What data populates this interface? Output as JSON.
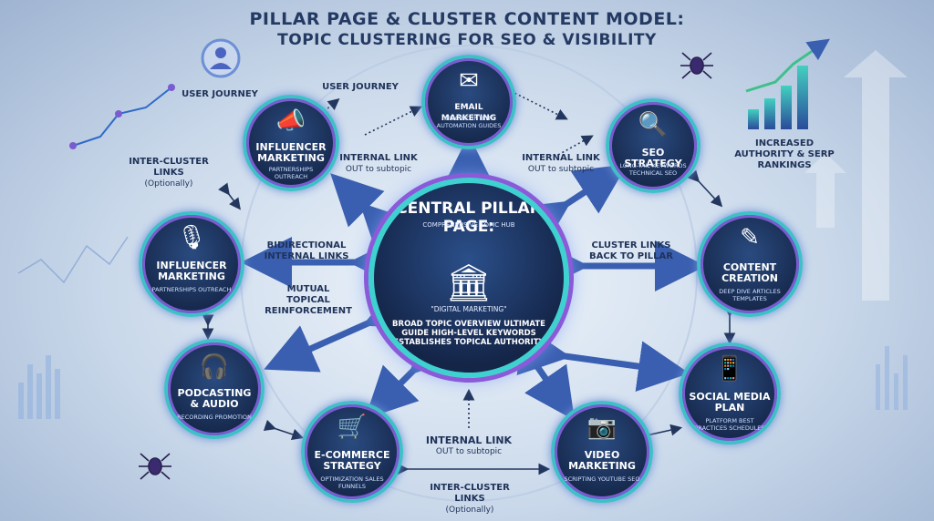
{
  "title": {
    "line1": "PILLAR PAGE & CLUSTER CONTENT MODEL:",
    "line2": "TOPIC CLUSTERING FOR SEO & VISIBILITY"
  },
  "pillar": {
    "title": "CENTRAL PILLAR PAGE:",
    "subtitle": "COMPREHENSIVE TOPIC HUB",
    "quote": "\"DIGITAL MARKETING\"",
    "lines": "BROAD TOPIC OVERVIEW ULTIMATE GUIDE HIGH-LEVEL KEYWORDS ESTABLISHES TOPICAL AUTHORITY",
    "icon": "building-icon"
  },
  "nodes": {
    "email": {
      "title": "EMAIL MARKETING",
      "sub": "SPECIFIC INTENT AUTOMATION GUIDES",
      "icon": "✉"
    },
    "seo": {
      "title": "SEO STRATEGY",
      "sub": "LONG-TAIL KEYWORDS TECHNICAL SEO",
      "icon": "🔍"
    },
    "influencer_top": {
      "title": "INFLUENCER MARKETING",
      "sub": "PARTNERSHIPS OUTREACH",
      "icon": "📣"
    },
    "influencer_mid": {
      "title": "INFLUENCER MARKETING",
      "sub": "PARTNERSHIPS OUTREACH",
      "icon": "🎙"
    },
    "content": {
      "title": "CONTENT CREATION",
      "sub": "DEEP DIVE ARTICLES TEMPLATES",
      "icon": "✎"
    },
    "podcasting": {
      "title": "PODCASTING & AUDIO",
      "sub": "RECORDING PROMOTION",
      "icon": "🎧"
    },
    "social": {
      "title": "SOCIAL MEDIA PLAN",
      "sub": "PLATFORM BEST PRACTICES SCHEDULES",
      "icon": "📱"
    },
    "ecommerce": {
      "title": "E-COMMERCE STRATEGY",
      "sub": "OPTIMIZATION SALES FUNNELS",
      "icon": "🛒"
    },
    "video": {
      "title": "VIDEO MARKETING",
      "sub": "SCRIPTING YOUTUBE SEO",
      "icon": "📷"
    }
  },
  "labels": {
    "user_journey_left": "USER JOURNEY",
    "user_journey_top": "USER JOURNEY",
    "inter_cluster_left": "INTER-CLUSTER LINKS",
    "inter_cluster_left_sub": "(Optionally)",
    "internal_link_left": "INTERNAL LINK",
    "internal_link_left_sub": "OUT to subtopic",
    "internal_link_right": "INTERNAL LINK",
    "internal_link_right_sub": "OUT to subtopic",
    "bidirectional": "BIDIRECTIONAL INTERNAL LINKS",
    "mutual": "MUTUAL TOPICAL REINFORCEMENT",
    "cluster_back": "CLUSTER LINKS BACK TO PILLAR",
    "internal_link_bottom": "INTERNAL LINK",
    "internal_link_bottom_sub": "OUT to subtopic",
    "inter_cluster_bottom": "INTER-CLUSTER LINKS",
    "inter_cluster_bottom_sub": "(Optionally)",
    "authority": "INCREASED AUTHORITY & SERP RANKINGS"
  },
  "colors": {
    "accent_cyan": "#3fc0c8",
    "accent_purple": "#7a5cd0",
    "node_fill": "#172a4e",
    "arrow_blue": "#3a5fb0",
    "title_text": "#243a63"
  }
}
